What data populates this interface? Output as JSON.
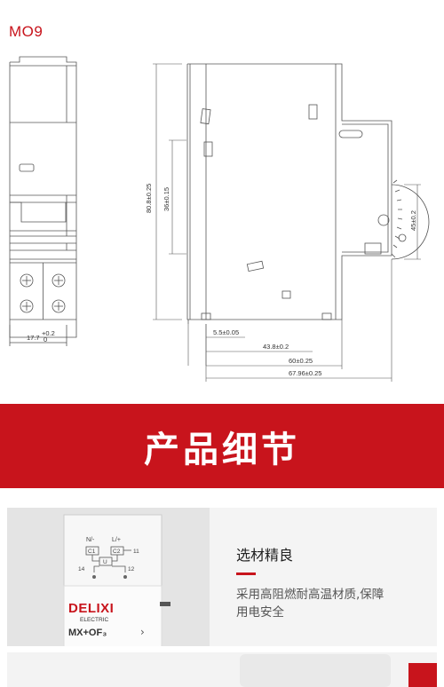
{
  "model": "MO9",
  "dimensions": {
    "width_left": "17.7",
    "width_left_tol_top": "+0.2",
    "width_left_tol_bottom": "0",
    "height_total": "80.8±0.25",
    "height_inner": "36±0.15",
    "height_right": "45±0.2",
    "d1": "5.5±0.05",
    "d2": "43.8±0.2",
    "d3": "60±0.25",
    "d4": "67.96±0.25"
  },
  "section_title": "产品细节",
  "feature": {
    "title": "选材精良",
    "desc_line1": "采用高阻燃耐高温材质,保障",
    "desc_line2": "用电安全"
  },
  "product_label": {
    "terminal_n": "N/-",
    "terminal_l": "L/+",
    "c1": "C1",
    "c2": "C2",
    "u": "U",
    "num_11": "11",
    "num_14": "14",
    "num_12": "12",
    "brand": "DELIXI",
    "brand_sub": "ELECTRIC",
    "model": "MX+OF₃"
  },
  "colors": {
    "accent": "#c8141c"
  }
}
